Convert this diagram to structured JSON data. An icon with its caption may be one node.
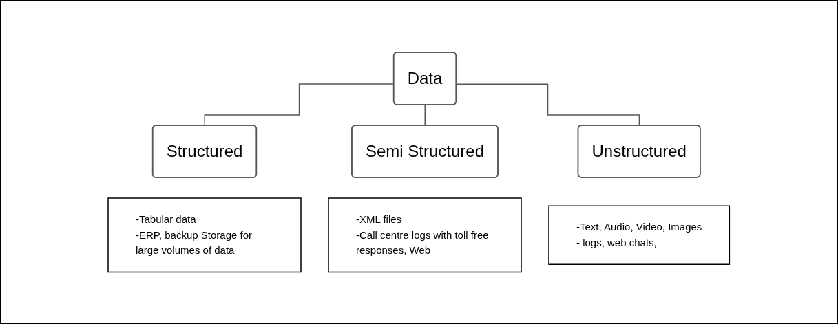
{
  "diagram": {
    "nodes": [
      {
        "text": [
          "Data"
        ]
      },
      {
        "text": [
          "Structured"
        ]
      },
      {
        "text": [
          "Semi Structured"
        ]
      },
      {
        "text": [
          "Unstructured"
        ]
      },
      {
        "text": [
          "-Tabular data",
          "-ERP, backup Storage for large volumes of data"
        ]
      },
      {
        "text": [
          "-XML files",
          "-Call centre logs with toll free responses, Web"
        ]
      },
      {
        "text": [
          "-Text, Audio, Video, Images",
          "- logs, web chats,"
        ]
      }
    ],
    "edges": [
      {
        "from": 0,
        "to": 1,
        "arrow": "none"
      },
      {
        "from": 0,
        "to": 2,
        "arrow": "none"
      },
      {
        "from": 0,
        "to": 3,
        "arrow": "none"
      }
    ]
  }
}
